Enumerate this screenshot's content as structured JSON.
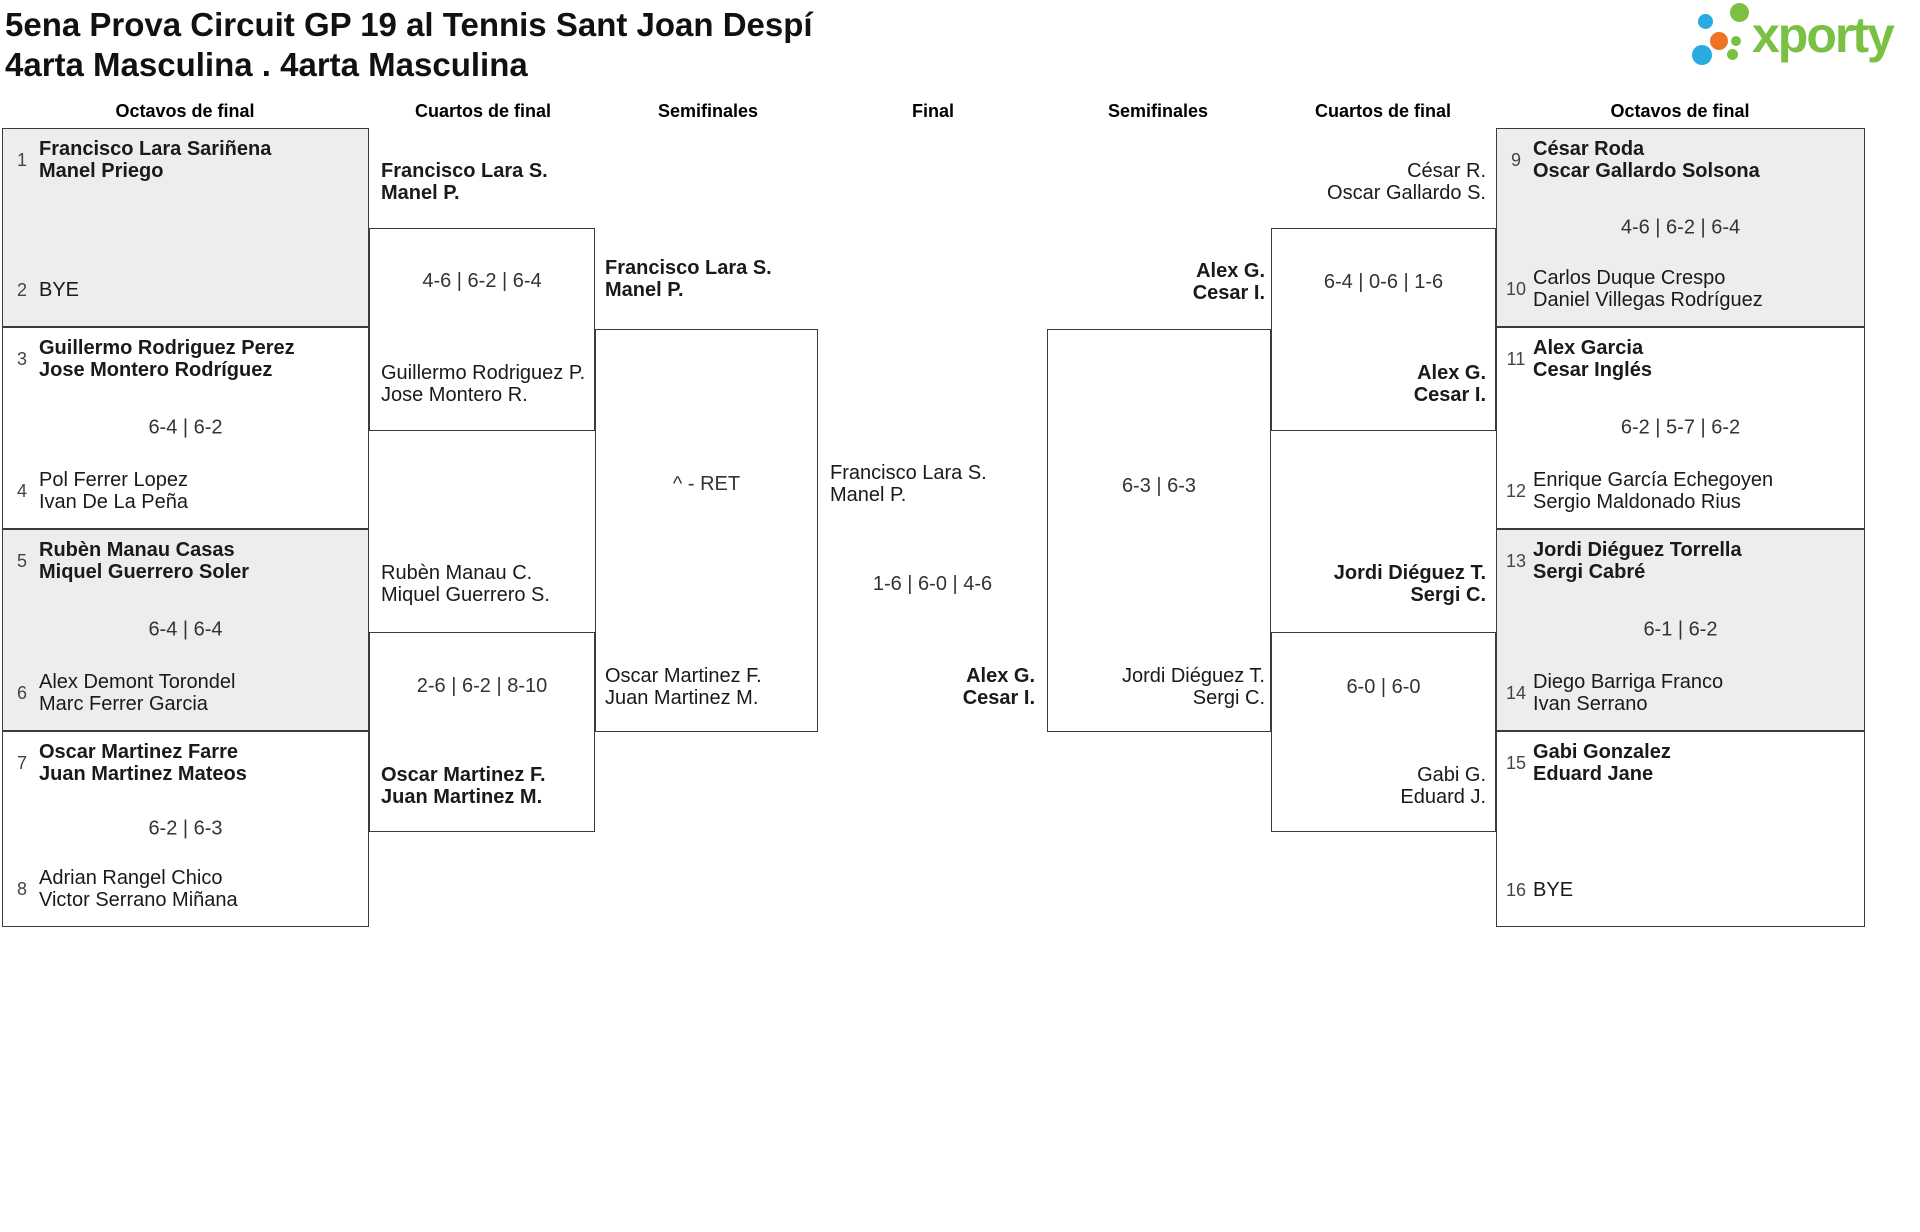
{
  "title": {
    "line1": "5ena Prova Circuit GP 19 al Tennis Sant Joan Despí",
    "line2": "4arta Masculina . 4arta Masculina"
  },
  "logo": {
    "text": "xporty",
    "green": "#7ac143",
    "blue": "#29abe2",
    "orange": "#ee7423"
  },
  "round_headers": [
    "Octavos de final",
    "Cuartos de final",
    "Semifinales",
    "Final",
    "Semifinales",
    "Cuartos de final",
    "Octavos de final"
  ],
  "bracket": {
    "r16_left": [
      {
        "score": "",
        "top": {
          "seed": "1",
          "n1": "Francisco Lara Sariñena",
          "n2": "Manel Priego"
        },
        "bot": {
          "seed": "2",
          "n1": "BYE",
          "n2": ""
        }
      },
      {
        "score": "6-4 | 6-2",
        "top": {
          "seed": "3",
          "n1": "Guillermo Rodriguez Perez",
          "n2": "Jose Montero Rodríguez"
        },
        "bot": {
          "seed": "4",
          "n1": "Pol Ferrer Lopez",
          "n2": "Ivan De La Peña"
        }
      },
      {
        "score": "6-4 | 6-4",
        "top": {
          "seed": "5",
          "n1": "Rubèn Manau Casas",
          "n2": "Miquel Guerrero Soler"
        },
        "bot": {
          "seed": "6",
          "n1": "Alex Demont Torondel",
          "n2": "Marc Ferrer Garcia"
        }
      },
      {
        "score": "6-2 | 6-3",
        "top": {
          "seed": "7",
          "n1": "Oscar Martinez Farre",
          "n2": "Juan Martinez Mateos"
        },
        "bot": {
          "seed": "8",
          "n1": "Adrian Rangel Chico",
          "n2": "Victor Serrano Miñana"
        }
      }
    ],
    "qf_left": [
      {
        "score": "4-6 | 6-2 | 6-4",
        "top": {
          "n1": "Francisco Lara S.",
          "n2": "Manel P."
        },
        "bot": {
          "n1": "Guillermo Rodriguez P.",
          "n2": "Jose Montero R."
        }
      },
      {
        "score": "2-6 | 6-2 | 8-10",
        "top": {
          "n1": "Rubèn Manau C.",
          "n2": "Miquel Guerrero S."
        },
        "bot": {
          "n1": "Oscar Martinez F.",
          "n2": "Juan Martinez M."
        }
      }
    ],
    "sf_left": {
      "score": "^ - RET",
      "top": {
        "n1": "Francisco Lara S.",
        "n2": "Manel P."
      },
      "bot": {
        "n1": "Oscar Martinez F.",
        "n2": "Juan Martinez M."
      }
    },
    "final": {
      "score": "1-6 | 6-0 | 4-6",
      "left": {
        "n1": "Francisco Lara S.",
        "n2": "Manel P."
      },
      "right": {
        "n1": "Alex G.",
        "n2": "Cesar I."
      }
    },
    "sf_right": {
      "score": "6-3 | 6-3",
      "top": {
        "n1": "Alex G.",
        "n2": "Cesar I."
      },
      "bot": {
        "n1": "Jordi Diéguez T.",
        "n2": "Sergi C."
      }
    },
    "qf_right": [
      {
        "score": "6-4 | 0-6 | 1-6",
        "top": {
          "n1": "César R.",
          "n2": "Oscar Gallardo S."
        },
        "bot": {
          "n1": "Alex G.",
          "n2": "Cesar I."
        }
      },
      {
        "score": "6-0 | 6-0",
        "top": {
          "n1": "Jordi Diéguez T.",
          "n2": "Sergi C."
        },
        "bot": {
          "n1": "Gabi G.",
          "n2": "Eduard J."
        }
      }
    ],
    "r16_right": [
      {
        "score": "4-6 | 6-2 | 6-4",
        "top": {
          "seed": "9",
          "n1": "César Roda",
          "n2": "Oscar Gallardo Solsona"
        },
        "bot": {
          "seed": "10",
          "n1": "Carlos Duque Crespo",
          "n2": "Daniel Villegas Rodríguez"
        }
      },
      {
        "score": "6-2 | 5-7 | 6-2",
        "top": {
          "seed": "11",
          "n1": "Alex Garcia",
          "n2": "Cesar Inglés"
        },
        "bot": {
          "seed": "12",
          "n1": "Enrique García Echegoyen",
          "n2": "Sergio Maldonado Rius"
        }
      },
      {
        "score": "6-1 | 6-2",
        "top": {
          "seed": "13",
          "n1": "Jordi Diéguez Torrella",
          "n2": "Sergi Cabré"
        },
        "bot": {
          "seed": "14",
          "n1": "Diego Barriga Franco",
          "n2": "Ivan Serrano"
        }
      },
      {
        "score": "",
        "top": {
          "seed": "15",
          "n1": "Gabi Gonzalez",
          "n2": "Eduard Jane"
        },
        "bot": {
          "seed": "16",
          "n1": "BYE",
          "n2": ""
        }
      }
    ]
  }
}
